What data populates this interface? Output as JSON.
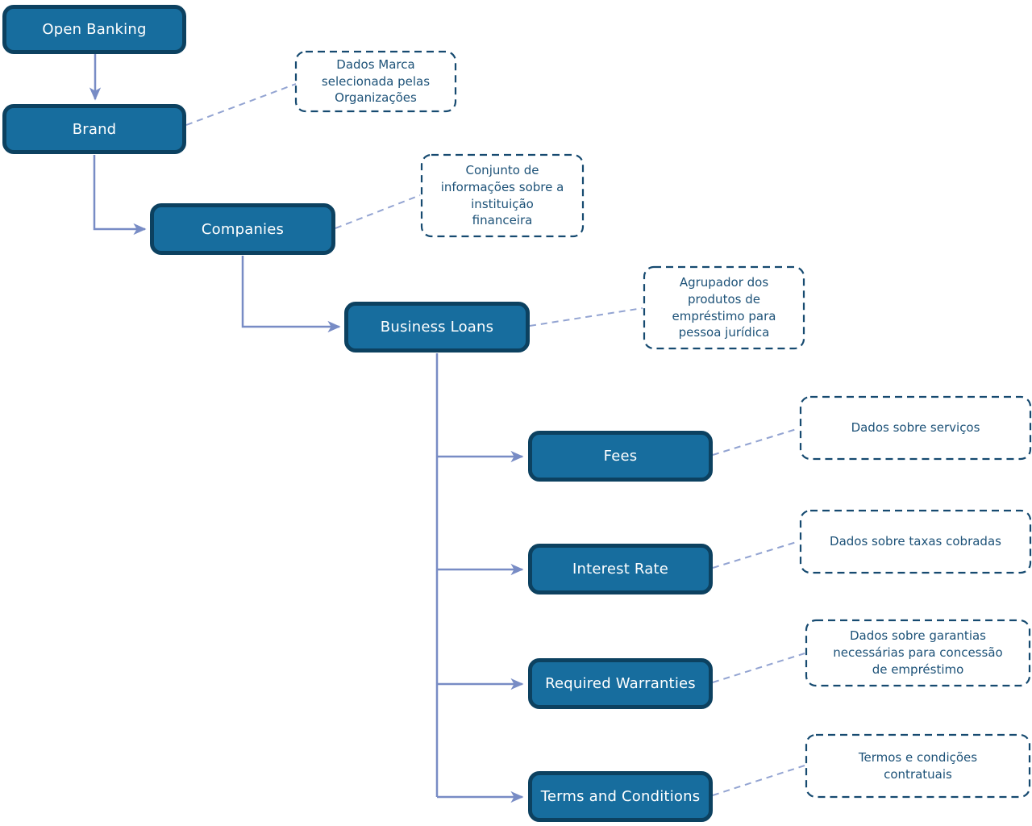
{
  "diagram": {
    "type": "flowchart",
    "colors": {
      "node_fill": "#176d9e",
      "node_border": "#0c4160",
      "node_text": "#ffffff",
      "note_border": "#164a70",
      "note_text": "#1d5278",
      "connector_solid": "#788cc5",
      "connector_dashed": "#93a4d2",
      "canvas_bg": "#ffffff"
    },
    "nodes": [
      {
        "id": "open-banking",
        "label": "Open Banking"
      },
      {
        "id": "brand",
        "label": "Brand",
        "note": "Dados Marca\nselecionada pelas\nOrganizações"
      },
      {
        "id": "companies",
        "label": "Companies",
        "note": "Conjunto de\ninformações sobre a\ninstituição\nfinanceira"
      },
      {
        "id": "business-loans",
        "label": "Business Loans",
        "note": "Agrupador dos\nprodutos de\nempréstimo para\npessoa jurídica"
      },
      {
        "id": "fees",
        "label": "Fees",
        "note": "Dados sobre serviços"
      },
      {
        "id": "interest-rate",
        "label": "Interest Rate",
        "note": "Dados sobre taxas cobradas"
      },
      {
        "id": "required-warranties",
        "label": "Required Warranties",
        "note": "Dados sobre garantias\nnecessárias para concessão\nde empréstimo"
      },
      {
        "id": "terms-and-conditions",
        "label": "Terms and Conditions",
        "note": "Termos e condições\ncontratuais"
      }
    ],
    "edges": [
      {
        "from": "open-banking",
        "to": "brand",
        "style": "solid-arrow"
      },
      {
        "from": "brand",
        "to": "companies",
        "style": "solid-arrow"
      },
      {
        "from": "companies",
        "to": "business-loans",
        "style": "solid-arrow"
      },
      {
        "from": "business-loans",
        "to": "fees",
        "style": "solid-arrow"
      },
      {
        "from": "business-loans",
        "to": "interest-rate",
        "style": "solid-arrow"
      },
      {
        "from": "business-loans",
        "to": "required-warranties",
        "style": "solid-arrow"
      },
      {
        "from": "business-loans",
        "to": "terms-and-conditions",
        "style": "solid-arrow"
      },
      {
        "from": "brand",
        "to": "brand-note",
        "style": "dashed"
      },
      {
        "from": "companies",
        "to": "companies-note",
        "style": "dashed"
      },
      {
        "from": "business-loans",
        "to": "business-loans-note",
        "style": "dashed"
      },
      {
        "from": "fees",
        "to": "fees-note",
        "style": "dashed"
      },
      {
        "from": "interest-rate",
        "to": "interest-rate-note",
        "style": "dashed"
      },
      {
        "from": "required-warranties",
        "to": "required-warranties-note",
        "style": "dashed"
      },
      {
        "from": "terms-and-conditions",
        "to": "terms-and-conditions-note",
        "style": "dashed"
      }
    ]
  }
}
